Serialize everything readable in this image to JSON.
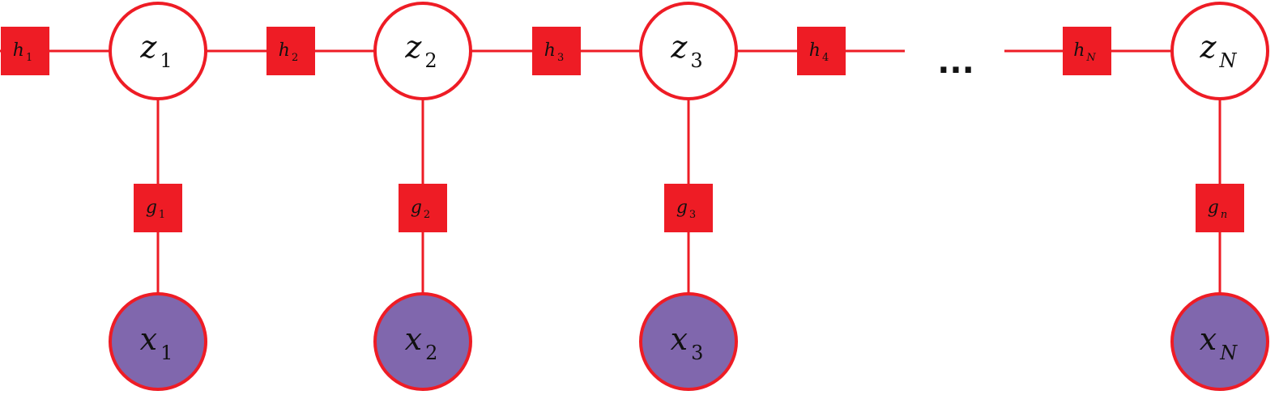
{
  "latent_nodes": [
    {
      "base": "z",
      "sub": "1",
      "sub_italic": false
    },
    {
      "base": "z",
      "sub": "2",
      "sub_italic": false
    },
    {
      "base": "z",
      "sub": "3",
      "sub_italic": false
    },
    {
      "base": "z",
      "sub": "N",
      "sub_italic": true
    }
  ],
  "observed_nodes": [
    {
      "base": "x",
      "sub": "1",
      "sub_italic": false
    },
    {
      "base": "x",
      "sub": "2",
      "sub_italic": false
    },
    {
      "base": "x",
      "sub": "3",
      "sub_italic": false
    },
    {
      "base": "x",
      "sub": "N",
      "sub_italic": true
    }
  ],
  "transition_factors": [
    {
      "base": "h",
      "sub": "1",
      "sub_italic": false
    },
    {
      "base": "h",
      "sub": "2",
      "sub_italic": false
    },
    {
      "base": "h",
      "sub": "3",
      "sub_italic": false
    },
    {
      "base": "h",
      "sub": "4",
      "sub_italic": false
    },
    {
      "base": "h",
      "sub": "N",
      "sub_italic": true
    }
  ],
  "emission_factors": [
    {
      "base": "g",
      "sub": "1",
      "sub_italic": false
    },
    {
      "base": "g",
      "sub": "2",
      "sub_italic": false
    },
    {
      "base": "g",
      "sub": "3",
      "sub_italic": false
    },
    {
      "base": "g",
      "sub": "n",
      "sub_italic": true
    }
  ],
  "ellipsis": "...",
  "colors": {
    "edge": "#ee1c25",
    "factor_fill": "#ee1c25",
    "latent_fill": "#ffffff",
    "observed_fill": "#8067ad",
    "text": "#111111"
  }
}
